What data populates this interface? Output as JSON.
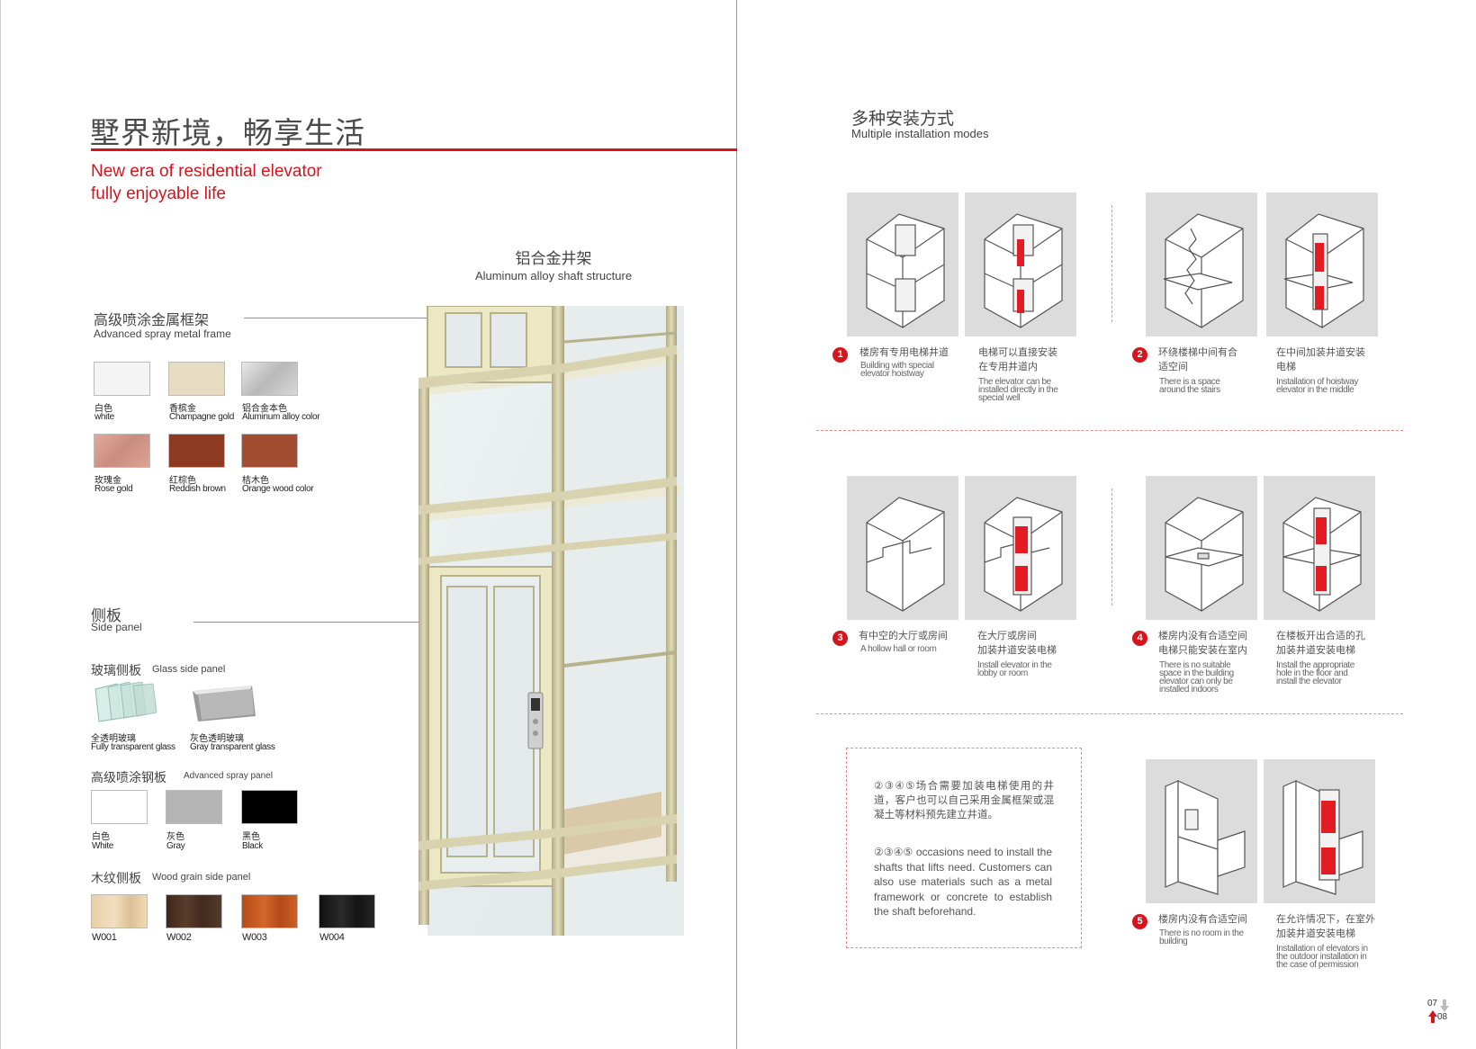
{
  "left": {
    "title_zh": "墅界新境，畅享生活",
    "title_en_1": "New era of residential elevator",
    "title_en_2": "fully enjoyable life",
    "shaft_zh": "铝合金井架",
    "shaft_en": "Aluminum alloy shaft structure",
    "frame": {
      "zh": "高级喷涂金属框架",
      "en": "Advanced spray metal frame",
      "swatches": [
        {
          "zh": "白色",
          "en": "white",
          "color": "#f4f4f4"
        },
        {
          "zh": "香槟金",
          "en": "Champagne gold",
          "color": "#e6dcc2"
        },
        {
          "zh": "铝合金本色",
          "en": "Aluminum alloy color",
          "color": "#c8c8c8"
        },
        {
          "zh": "玫瑰金",
          "en": "Rose gold",
          "color": "#d69a8e"
        },
        {
          "zh": "红棕色",
          "en": "Reddish brown",
          "color": "#8e3a22"
        },
        {
          "zh": "桔木色",
          "en": "Orange wood color",
          "color": "#a24c32"
        }
      ]
    },
    "side": {
      "zh": "侧板",
      "en": "Side panel"
    },
    "glass": {
      "zh": "玻璃侧板",
      "en": "Glass side panel",
      "items": [
        {
          "zh": "全透明玻璃",
          "en": "Fully transparent glass"
        },
        {
          "zh": "灰色透明玻璃",
          "en": "Gray transparent glass"
        }
      ]
    },
    "steel": {
      "zh": "高级喷涂钢板",
      "en": "Advanced spray panel",
      "items": [
        {
          "zh": "白色",
          "en": "White",
          "color": "#ffffff"
        },
        {
          "zh": "灰色",
          "en": "Gray",
          "color": "#b4b4b4"
        },
        {
          "zh": "黑色",
          "en": "Black",
          "color": "#000000"
        }
      ]
    },
    "wood": {
      "zh": "木纹侧板",
      "en": "Wood grain side panel",
      "items": [
        {
          "code": "W001",
          "color": "#ead3b0"
        },
        {
          "code": "W002",
          "color": "#4b3224"
        },
        {
          "code": "W003",
          "color": "#c2561e"
        },
        {
          "code": "W004",
          "color": "#1a1a1a"
        }
      ]
    }
  },
  "right": {
    "title_zh": "多种安装方式",
    "title_en": "Multiple installation modes",
    "modes": [
      {
        "num": "1",
        "a_zh": "楼房有专用电梯井道",
        "a_en": "Building with special elevator hoistway",
        "b_zh1": "电梯可以直接安装",
        "b_zh2": "在专用井道内",
        "b_en": "The elevator can be installed directly in the special well"
      },
      {
        "num": "2",
        "a_zh1": "环绕楼梯中间有合",
        "a_zh2": "适空间",
        "a_en": "There is a space around the stairs",
        "b_zh1": "在中间加装井道安装",
        "b_zh2": "电梯",
        "b_en": "Installation of hoistway elevator in the middle"
      },
      {
        "num": "3",
        "a_zh": "有中空的大厅或房间",
        "a_en": "A hollow hall or room",
        "b_zh1": "在大厅或房间",
        "b_zh2": "加装井道安装电梯",
        "b_en": "Install elevator in the lobby or room"
      },
      {
        "num": "4",
        "a_zh1": "楼房内没有合适空间",
        "a_zh2": "电梯只能安装在室内",
        "a_en": "There is no suitable space in the building elevator can only be installed indoors",
        "b_zh1": "在楼板开出合适的孔",
        "b_zh2": "加装井道安装电梯",
        "b_en": "Install the appropriate hole in the floor and install the elevator"
      },
      {
        "num": "5",
        "a_zh": "楼房内没有合适空间",
        "a_en": "There is no room in the building",
        "b_zh1": "在允许情况下，在室外",
        "b_zh2": "加装井道安装电梯",
        "b_en": "Installation of elevators in the outdoor installation in the case of permission"
      }
    ],
    "note_zh": "②③④⑤场合需要加装电梯使用的井道，客户也可以自己采用金属框架或混凝土等材料预先建立井道。",
    "note_en": "②③④⑤ occasions need to install the shafts that lifts need. Customers can also use materials such as a metal framework or concrete to establish the shaft beforehand.",
    "page_top": "07",
    "page_bottom": "08"
  }
}
